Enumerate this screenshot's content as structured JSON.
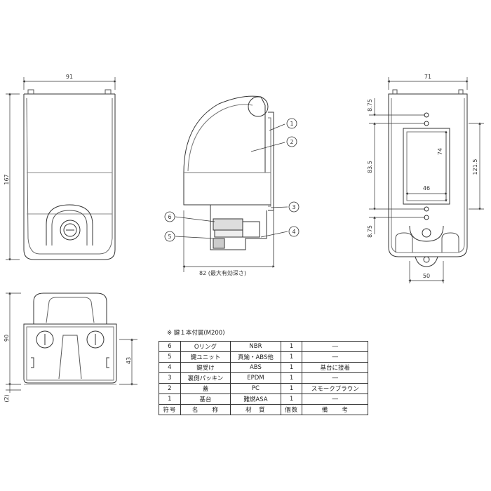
{
  "dimensions": {
    "front_width": "91",
    "front_height": "167",
    "right_width": "71",
    "right_dim_top": "8.75",
    "right_dim_mid": "83.5",
    "right_dim_bottom": "8.75",
    "right_overall": "121.5",
    "window_height": "74",
    "window_width": "46",
    "bottom_width": "50",
    "side_depth": "82 (最大有効深さ)",
    "bottom_view_height": "90",
    "bottom_view_gap": "(2)",
    "bottom_view_inner": "43"
  },
  "balloons": [
    "1",
    "2",
    "3",
    "4",
    "5",
    "6"
  ],
  "note": "※ 鍵１本付属(M200)",
  "table": {
    "headers": [
      "符号",
      "名　　称",
      "材　質",
      "個数",
      "備　　考"
    ],
    "rows": [
      [
        "6",
        "Oリング",
        "NBR",
        "1",
        "―"
      ],
      [
        "5",
        "鍵ユニット",
        "真鍮・ABS他",
        "1",
        "―"
      ],
      [
        "4",
        "鍵受け",
        "ABS",
        "1",
        "基台に接着"
      ],
      [
        "3",
        "裏側パッキン",
        "EPDM",
        "1",
        "―"
      ],
      [
        "2",
        "蓋",
        "PC",
        "1",
        "スモークブラウン"
      ],
      [
        "1",
        "基台",
        "難燃ASA",
        "1",
        "―"
      ]
    ]
  }
}
